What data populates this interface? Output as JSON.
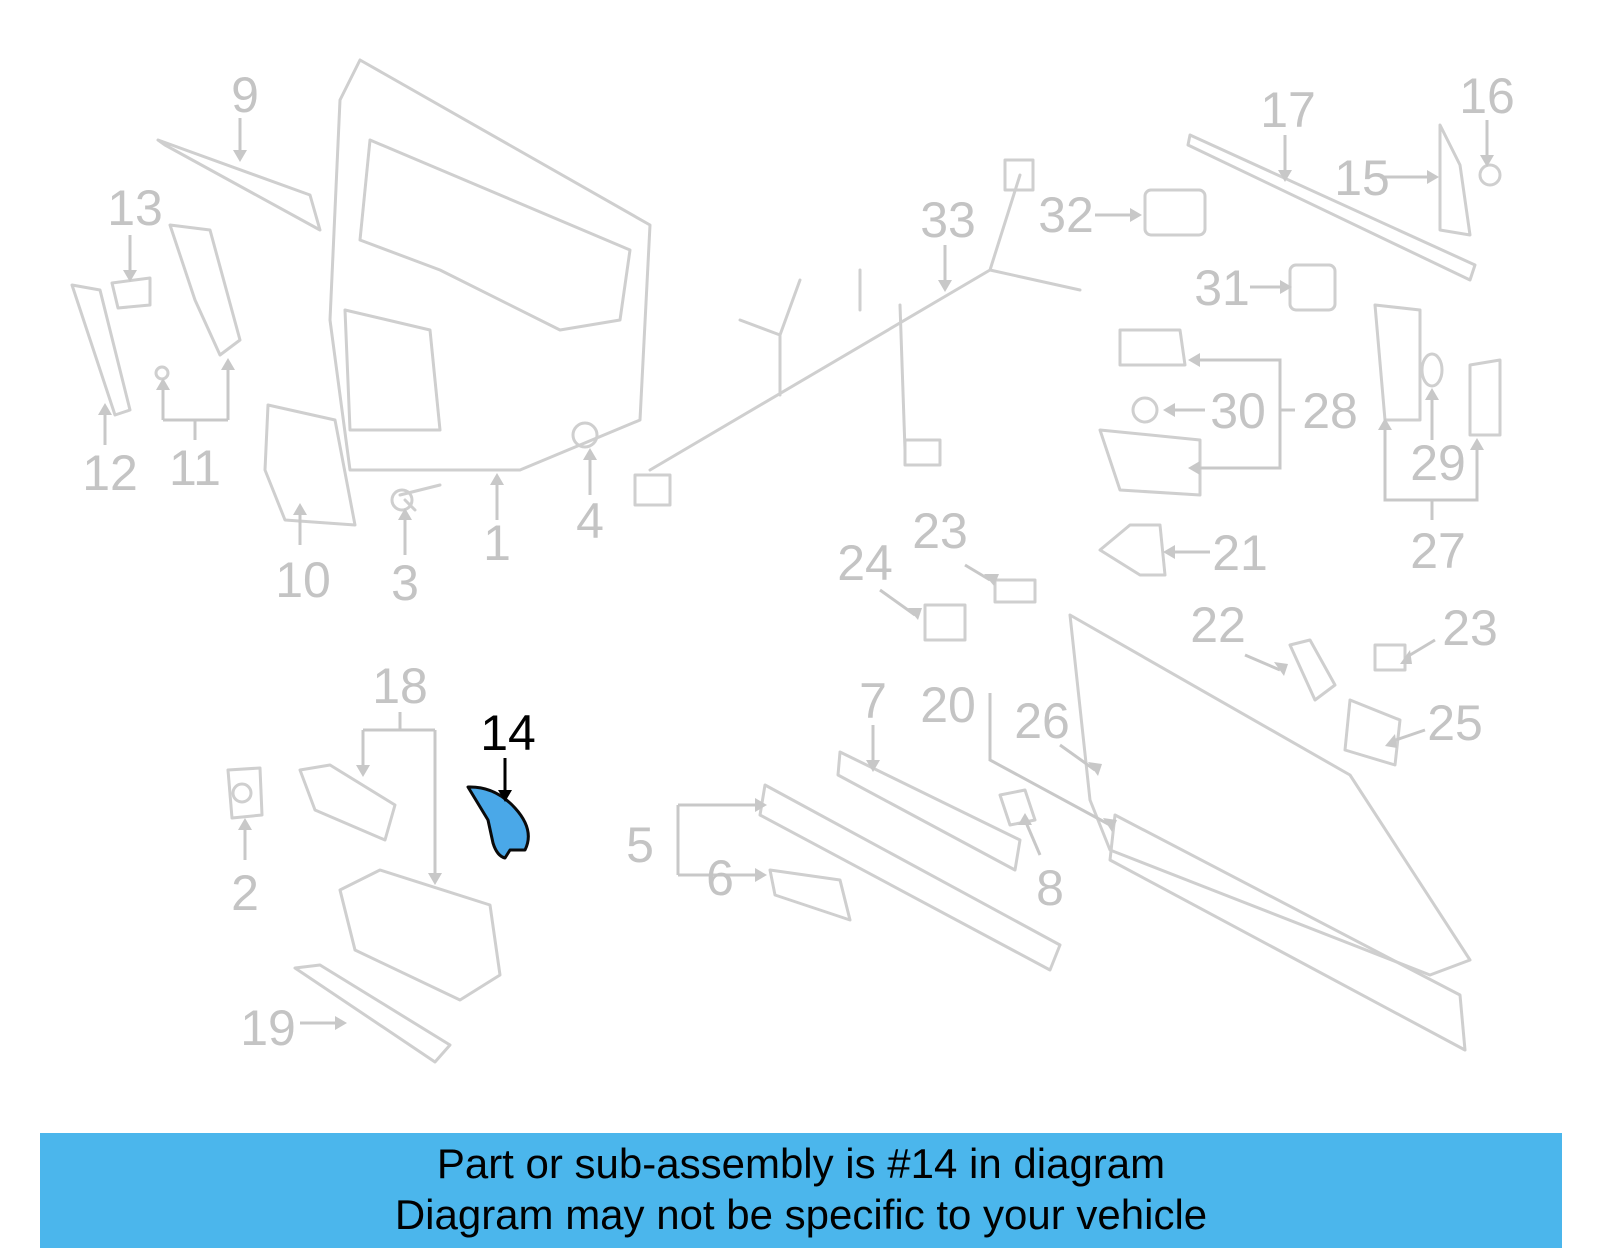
{
  "diagram": {
    "callouts": [
      "1",
      "2",
      "3",
      "4",
      "5",
      "6",
      "7",
      "8",
      "9",
      "10",
      "11",
      "12",
      "13",
      "14",
      "15",
      "16",
      "17",
      "18",
      "19",
      "20",
      "21",
      "22",
      "23",
      "24",
      "25",
      "26",
      "27",
      "28",
      "29",
      "30",
      "31",
      "32",
      "33"
    ],
    "highlighted_part": "14",
    "highlight_color": "#4aa8e8"
  },
  "banner": {
    "line1": "Part or sub-assembly is #14 in diagram",
    "line2": "Diagram may not be specific to your vehicle",
    "background": "#4bb6ec"
  }
}
